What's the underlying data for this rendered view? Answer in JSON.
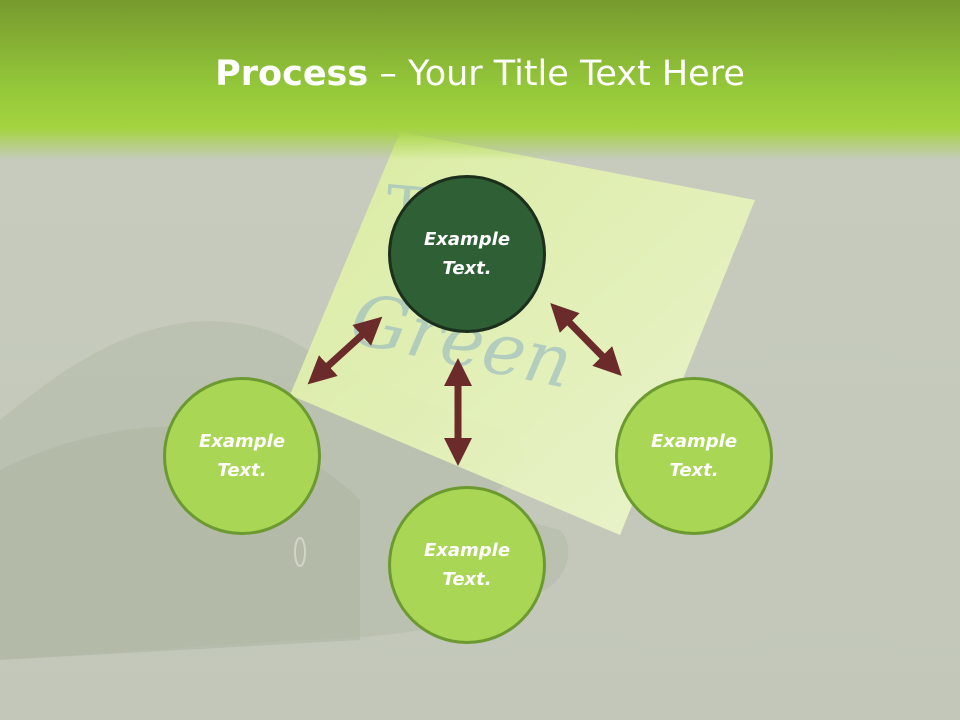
{
  "slide": {
    "title_bold": "Process",
    "title_rest": " – Your Title Text Here"
  },
  "nodes": {
    "top": {
      "line1": "Example",
      "line2": "Text."
    },
    "left": {
      "line1": "Example",
      "line2": "Text."
    },
    "bottom": {
      "line1": "Example",
      "line2": "Text."
    },
    "right": {
      "line1": "Example",
      "line2": "Text."
    }
  },
  "note_text": {
    "line1": "T  K",
    "line2": "Green"
  },
  "colors": {
    "header": "#94c83a",
    "center_node": "#2f5f34",
    "outer_node": "#a9d654",
    "arrow": "#6b2b2b"
  }
}
